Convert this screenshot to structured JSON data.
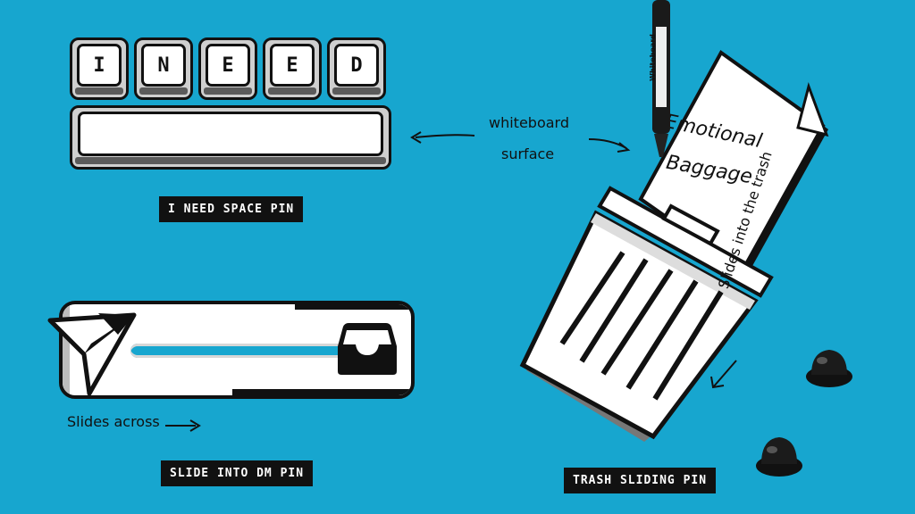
{
  "keyboard_pin": {
    "keys": [
      "I",
      "N",
      "E",
      "E",
      "D"
    ],
    "label": "I NEED SPACE PIN"
  },
  "whiteboard_note": {
    "line1": "whiteboard",
    "line2": "surface"
  },
  "dm_pin": {
    "label": "SLIDE INTO DM PIN",
    "note": "Slides across"
  },
  "trash_pin": {
    "label": "TRASH SLIDING PIN",
    "note": "Slides into the trash",
    "card_text_line1": "Emotional",
    "card_text_line2": "Baggage"
  },
  "marker": {
    "brand": "Whiteboard"
  },
  "colors": {
    "background": "#17a6cf",
    "ink": "#111111",
    "key_grey": "#cfcfcf"
  },
  "icons": [
    "paper-plane-icon",
    "inbox-tray-icon",
    "trash-can-icon",
    "whiteboard-marker-icon",
    "pin-back-icon"
  ]
}
